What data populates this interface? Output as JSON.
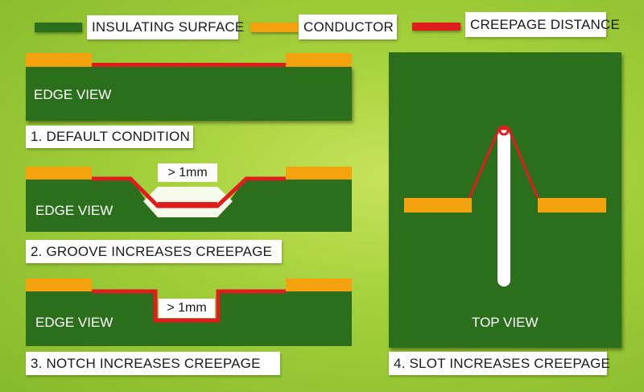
{
  "legend": {
    "insulating_surface": "INSULATING SURFACE",
    "conductor": "CONDUCTOR",
    "creepage_distance": "CREEPAGE DISTANCE"
  },
  "colors": {
    "insulator": "#2b6e1b",
    "conductor": "#f5a20f",
    "creepage": "#e01d1d",
    "background": "#a2cf3a"
  },
  "panels": {
    "default": {
      "view_label": "EDGE VIEW",
      "caption": "1. DEFAULT CONDITION"
    },
    "groove": {
      "view_label": "EDGE VIEW",
      "caption": "2. GROOVE INCREASES CREEPAGE",
      "dimension": "> 1mm"
    },
    "notch": {
      "view_label": "EDGE VIEW",
      "caption": "3. NOTCH INCREASES CREEPAGE",
      "dimension": "> 1mm"
    },
    "slot": {
      "view_label": "TOP VIEW",
      "caption": "4. SLOT INCREASES CREEPAGE"
    }
  }
}
